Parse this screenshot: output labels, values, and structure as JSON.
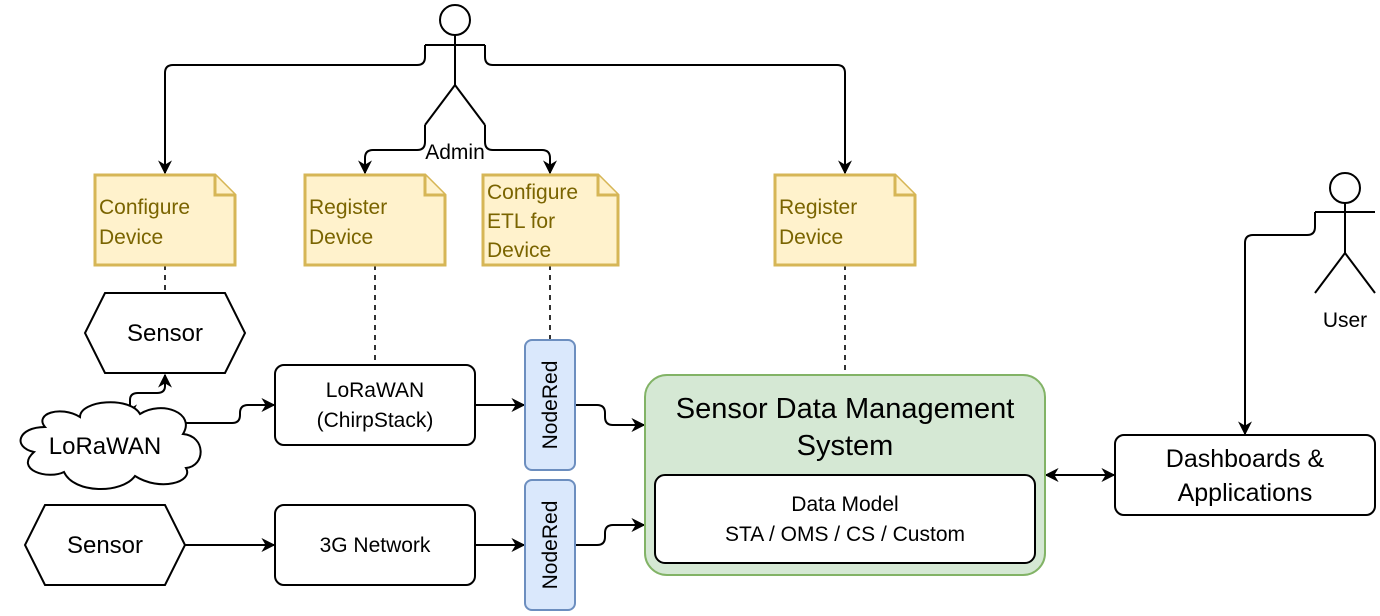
{
  "actors": {
    "admin": "Admin",
    "user": "User"
  },
  "notes": {
    "configure_device": [
      "Configure",
      "Device"
    ],
    "register_device_lora": [
      "Register",
      "Device"
    ],
    "configure_etl": [
      "Configure",
      "ETL for",
      "Device"
    ],
    "register_device_sdms": [
      "Register",
      "Device"
    ]
  },
  "nodes": {
    "sensor_top": "Sensor",
    "sensor_bottom": "Sensor",
    "lorawan_cloud": "LoRaWAN",
    "chirpstack": [
      "LoRaWAN",
      "(ChirpStack)"
    ],
    "network_3g": "3G Network",
    "nodered_top": "NodeRed",
    "nodered_bottom": "NodeRed",
    "sdms_title": [
      "Sensor Data Management",
      "System"
    ],
    "data_model": [
      "Data Model",
      "STA / OMS / CS / Custom"
    ],
    "dashboards": [
      "Dashboards &",
      "Applications"
    ]
  },
  "colors": {
    "note_fill": "#fff2cc",
    "note_stroke": "#d6b656",
    "note_text": "#7a6400",
    "nodered_fill": "#dae8fc",
    "nodered_stroke": "#6c8ebf",
    "sdms_fill": "#d5e8d4",
    "sdms_stroke": "#82b366"
  }
}
